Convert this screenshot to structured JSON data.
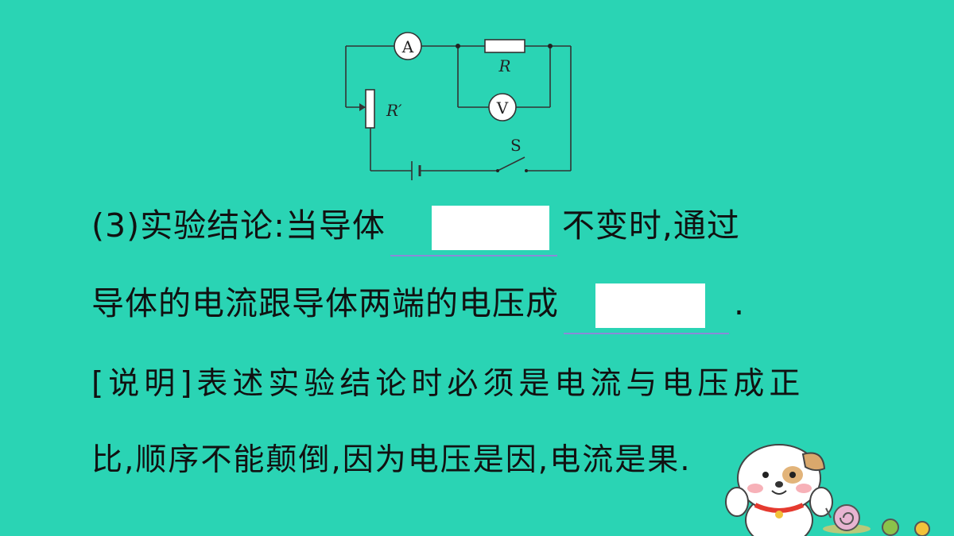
{
  "circuit": {
    "ammeter": "A",
    "voltmeter": "V",
    "resistor": "R",
    "rheostat": "R′",
    "switch": "S"
  },
  "text": {
    "line1_a": "(3)实验结论:当导体",
    "line1_b": "不变时,通过",
    "line2_a": "导体的电流跟导体两端的电压成",
    "line2_b": ".",
    "line3": "[说明]表述实验结论时必须是电流与电压成正",
    "line4": "比,顺序不能颠倒,因为电压是因,电流是果."
  }
}
